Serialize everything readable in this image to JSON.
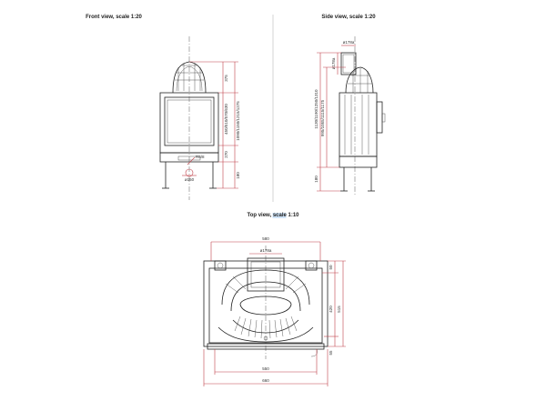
{
  "titles": {
    "front": "Front view, scale 1:20",
    "side": "Side view, scale 1:20",
    "top_prefix": "Top view, ",
    "top_selected": "scale",
    "top_suffix": " 1:10"
  },
  "front": {
    "dim_375": "375",
    "dim_heights": "450/510/570/630",
    "dim_total": "1090/1150/1215/1275",
    "dim_270": "270",
    "dim_180": "180",
    "dim_150": "ø150",
    "dim_r": "R5/8"
  },
  "side": {
    "dim_top": "ø178a",
    "dim_duct": "ø178a",
    "dim_total": "1130/1190/1250/1310",
    "dim_mid": "995/1055/1115/1175",
    "dim_180": "180"
  },
  "top": {
    "dim_580": "580",
    "dim_duct": "ø178a",
    "dim_50": "50",
    "dim_420": "420",
    "dim_515": "515",
    "dim_55": "55",
    "dim_550": "550",
    "dim_660": "660"
  }
}
